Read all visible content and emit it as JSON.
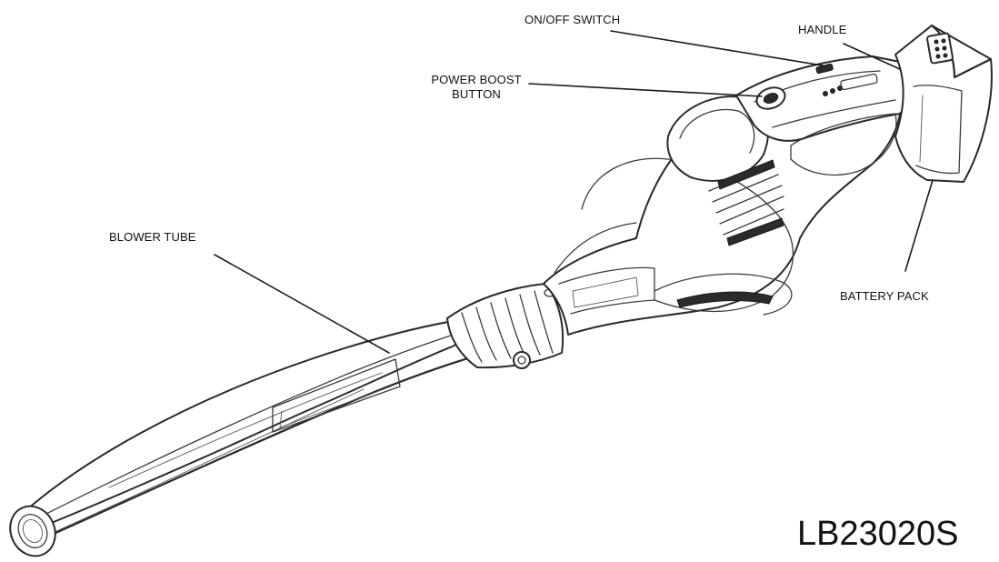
{
  "labels": {
    "on_off_switch": "ON/OFF SWITCH",
    "handle": "HANDLE",
    "power_boost_line1": "POWER  BOOST",
    "power_boost_line2": "BUTTON",
    "blower_tube": "BLOWER TUBE",
    "battery_pack": "BATTERY PACK"
  },
  "model_number": "LB23020S"
}
